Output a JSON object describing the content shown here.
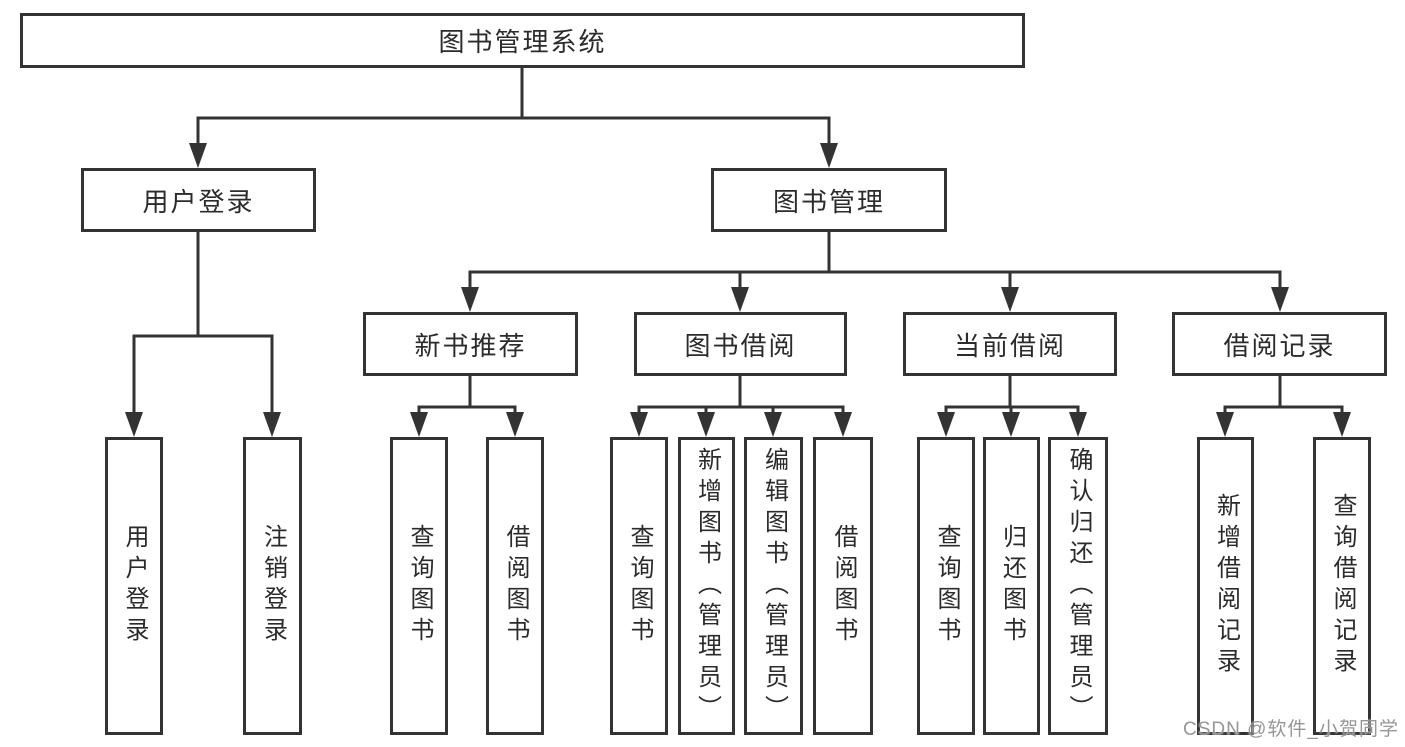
{
  "tree": {
    "label": "图书管理系统",
    "children": [
      {
        "label": "用户登录",
        "children": [
          {
            "label": "用户登录"
          },
          {
            "label": "注销登录"
          }
        ]
      },
      {
        "label": "图书管理",
        "children": [
          {
            "label": "新书推荐",
            "children": [
              {
                "label": "查询图书"
              },
              {
                "label": "借阅图书"
              }
            ]
          },
          {
            "label": "图书借阅",
            "children": [
              {
                "label": "查询图书"
              },
              {
                "label": "新增图书（管理员）"
              },
              {
                "label": "编辑图书（管理员）"
              },
              {
                "label": "借阅图书"
              }
            ]
          },
          {
            "label": "当前借阅",
            "children": [
              {
                "label": "查询图书"
              },
              {
                "label": "归还图书"
              },
              {
                "label": "确认归还（管理员）"
              }
            ]
          },
          {
            "label": "借阅记录",
            "children": [
              {
                "label": "新增借阅记录"
              },
              {
                "label": "查询借阅记录"
              }
            ]
          }
        ]
      }
    ]
  },
  "watermark": {
    "text": "CSDN @软件_小贺同学"
  },
  "colors": {
    "line": "#333333",
    "box_border": "#333333",
    "box_fill": "#ffffff",
    "text": "#2b2b2b",
    "watermark": "#919191",
    "background": "#ffffff"
  }
}
